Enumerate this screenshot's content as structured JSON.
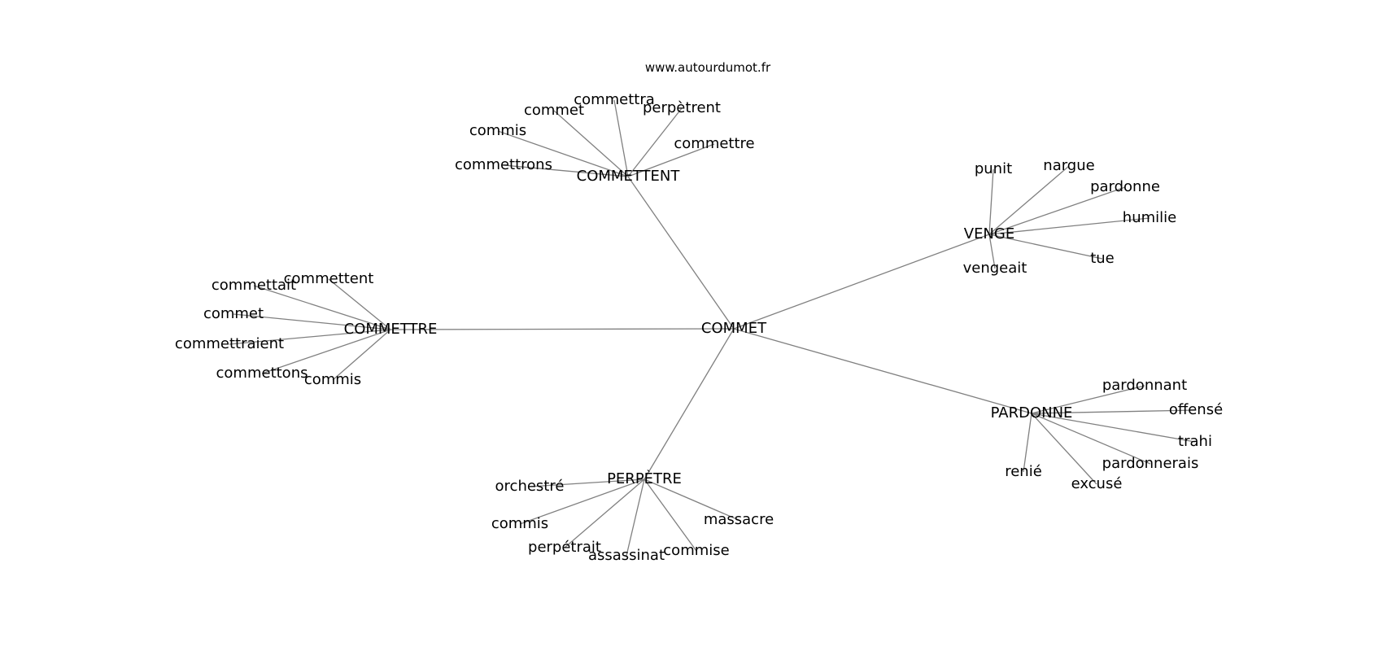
{
  "source": "www.autourdumot.fr",
  "center": "COMMET",
  "hubs": [
    {
      "label": "COMMETTENT",
      "leaves": [
        "commettra",
        "commet",
        "perpètrent",
        "commis",
        "commettre",
        "commettrons"
      ]
    },
    {
      "label": "VENGE",
      "leaves": [
        "punit",
        "nargue",
        "pardonne",
        "humilie",
        "tue",
        "vengeait"
      ]
    },
    {
      "label": "COMMETTRE",
      "leaves": [
        "commettent",
        "commettait",
        "commet",
        "commettraient",
        "commettons",
        "commis"
      ]
    },
    {
      "label": "PARDONNE",
      "leaves": [
        "pardonnant",
        "offensé",
        "trahi",
        "pardonnerais",
        "excusé",
        "renié"
      ]
    },
    {
      "label": "PERPÈTRE",
      "leaves": [
        "orchestré",
        "commis",
        "massacre",
        "perpétrait",
        "assassinat",
        "commise"
      ]
    }
  ]
}
